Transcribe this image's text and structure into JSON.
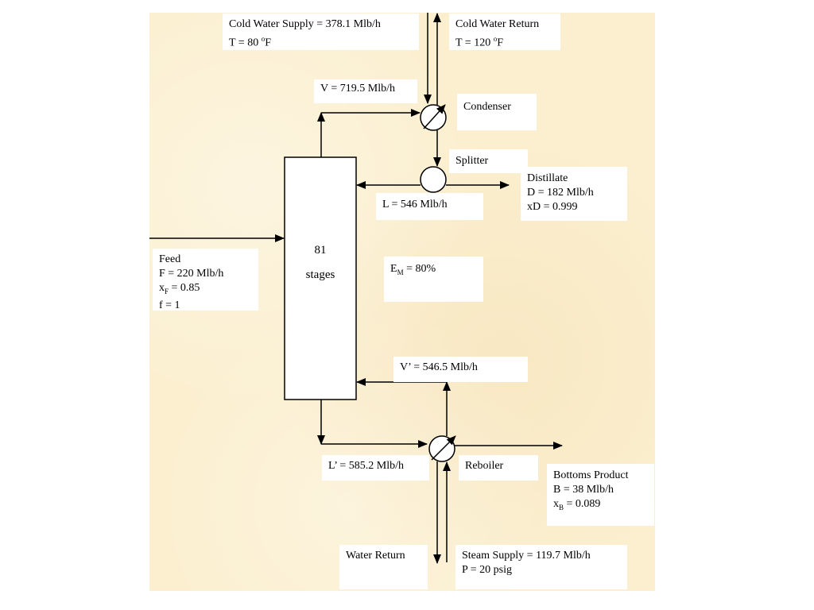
{
  "cold_water_supply": {
    "line1": "Cold Water Supply = 378.1 Mlb/h",
    "line2_prefix": "T = 80 ",
    "line2_sup": "o",
    "line2_suffix": "F"
  },
  "cold_water_return": {
    "line1": "Cold Water Return",
    "line2_prefix": "T = 120 ",
    "line2_sup": "o",
    "line2_suffix": "F"
  },
  "vapor_top": "V = 719.5 Mlb/h",
  "condenser": "Condenser",
  "splitter": "Splitter",
  "distillate": {
    "line1": "Distillate",
    "line2": "D = 182 Mlb/h",
    "line3": "xD = 0.999"
  },
  "reflux": "L = 546 Mlb/h",
  "column": {
    "count": "81",
    "unit": "stages"
  },
  "feed": {
    "line1": "Feed",
    "line2": "F = 220 Mlb/h",
    "line3_prefix": "x",
    "line3_sub": "F",
    "line3_suffix": " = 0.85",
    "line4": "f = 1"
  },
  "efficiency": {
    "prefix": "E",
    "sub": "M",
    "suffix": " = 80%"
  },
  "vapor_bottom": "V’ = 546.5 Mlb/h",
  "liquid_bottom": "L’ = 585.2 Mlb/h",
  "reboiler": "Reboiler",
  "bottoms": {
    "line1": "Bottoms Product",
    "line2": "B = 38 Mlb/h",
    "line3_prefix": "x",
    "line3_sub": "B",
    "line3_suffix": " = 0.089"
  },
  "water_return": "Water Return",
  "steam_supply": {
    "line1": "Steam Supply = 119.7 Mlb/h",
    "line2": "P = 20 psig"
  }
}
